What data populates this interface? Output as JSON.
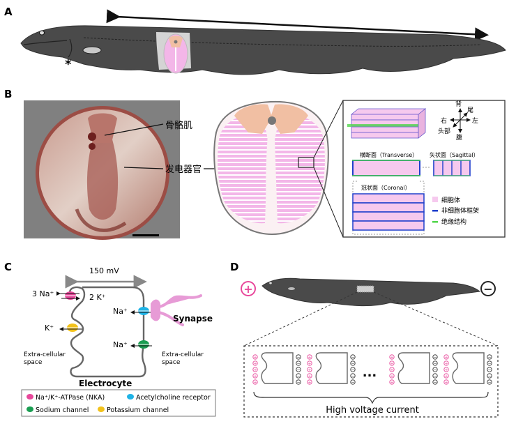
{
  "panels": {
    "a": "A",
    "b": "B",
    "c": "C",
    "d": "D"
  },
  "panel_a": {
    "asterisk": "*"
  },
  "panel_b": {
    "muscle_label": "骨骼肌",
    "organ_label": "发电器官",
    "orientation": {
      "up": "背",
      "tail": "尾",
      "right": "右",
      "left": "左",
      "head": "头部",
      "down": "腹"
    },
    "transverse_label": "横断面（Transverse）",
    "sagittal_label": "矢状面（Sagittal）",
    "coronal_label": "冠状面（Coronal）",
    "legend": [
      {
        "label": "细胞体",
        "color": "#f6c9ee"
      },
      {
        "label": "非细胞体框架",
        "color": "#1f3fcc"
      },
      {
        "label": "绝缘结构",
        "color": "#52d64c"
      }
    ]
  },
  "panel_c": {
    "voltage": "150 mV",
    "na3": "3 Na⁺",
    "k2": "2 K⁺",
    "k_out": "K⁺",
    "na_ach": "Na⁺",
    "na_channel": "Na⁺",
    "synapse": "Synapse",
    "extra_left": [
      "Extra-cellular",
      "space"
    ],
    "extra_right": [
      "Extra-cellular",
      "space"
    ],
    "electrocyte": "Electrocyte",
    "legend": [
      {
        "label": "Na⁺/K⁺-ATPase (NKA)",
        "color": "#e8489b"
      },
      {
        "label": "Acetylcholine receptor",
        "color": "#1fb3e6"
      },
      {
        "label": "Sodium channel",
        "color": "#1a9e52"
      },
      {
        "label": "Potassium channel",
        "color": "#f2c21b"
      }
    ]
  },
  "panel_d": {
    "plus": "+",
    "minus": "−",
    "ellipsis": "...",
    "caption": "High voltage current"
  }
}
